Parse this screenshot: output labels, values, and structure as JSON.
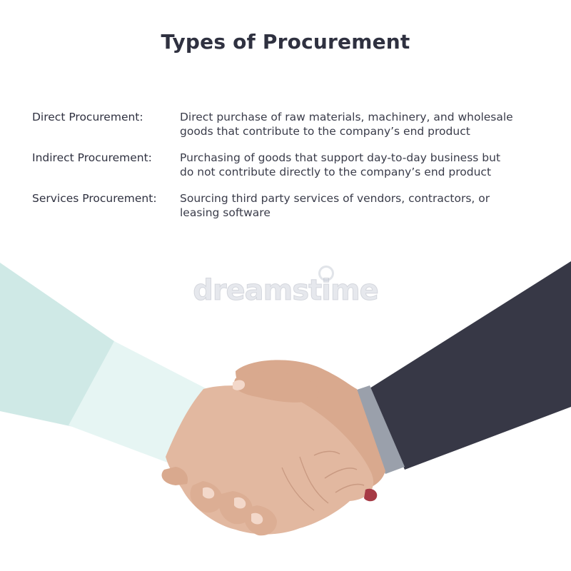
{
  "title": "Types of Procurement",
  "items": [
    {
      "term": "Direct Procurement:",
      "description_lines": [
        "Direct purchase of raw materials, machinery, and wholesale",
        "goods that contribute to the company’s end product"
      ]
    },
    {
      "term": "Indirect Procurement:",
      "description_lines": [
        "Purchasing of goods that support day-to-day business but",
        "do not contribute directly to the company’s end product"
      ]
    },
    {
      "term": "Services Procurement:",
      "description_lines": [
        "Sourcing third party services of vendors, contractors, or",
        "leasing software"
      ]
    }
  ],
  "watermark": "dreamstime",
  "colors": {
    "title": "#2f3140",
    "left_sleeve": "#cfe9e6",
    "left_cuff": "#e6f5f3",
    "skin": "#e2b8a0",
    "skin_shadow": "#c99a82",
    "right_sleeve": "#373846",
    "right_cuff": "#9aa0ab",
    "nail_polish": "#a63a45"
  }
}
